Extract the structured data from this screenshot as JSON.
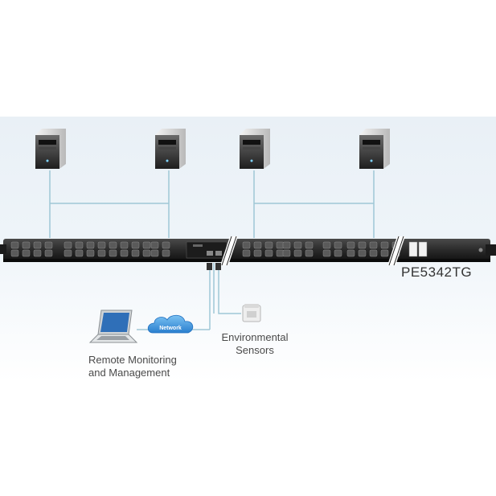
{
  "model": "PE5342TG",
  "cloud_text": "Network",
  "env_sensors": [
    "Environmental",
    "Sensors"
  ],
  "remote": [
    "Remote Monitoring",
    "and Management"
  ],
  "icons": {
    "server": "tower-server-icon",
    "laptop": "laptop-icon",
    "cloud": "network-cloud-icon",
    "sensor": "environmental-sensor-icon"
  },
  "colors": {
    "connector_line": "#9fc7d6",
    "pdu_body": "#2b2b2b",
    "cloud": "#3a8fd8"
  }
}
